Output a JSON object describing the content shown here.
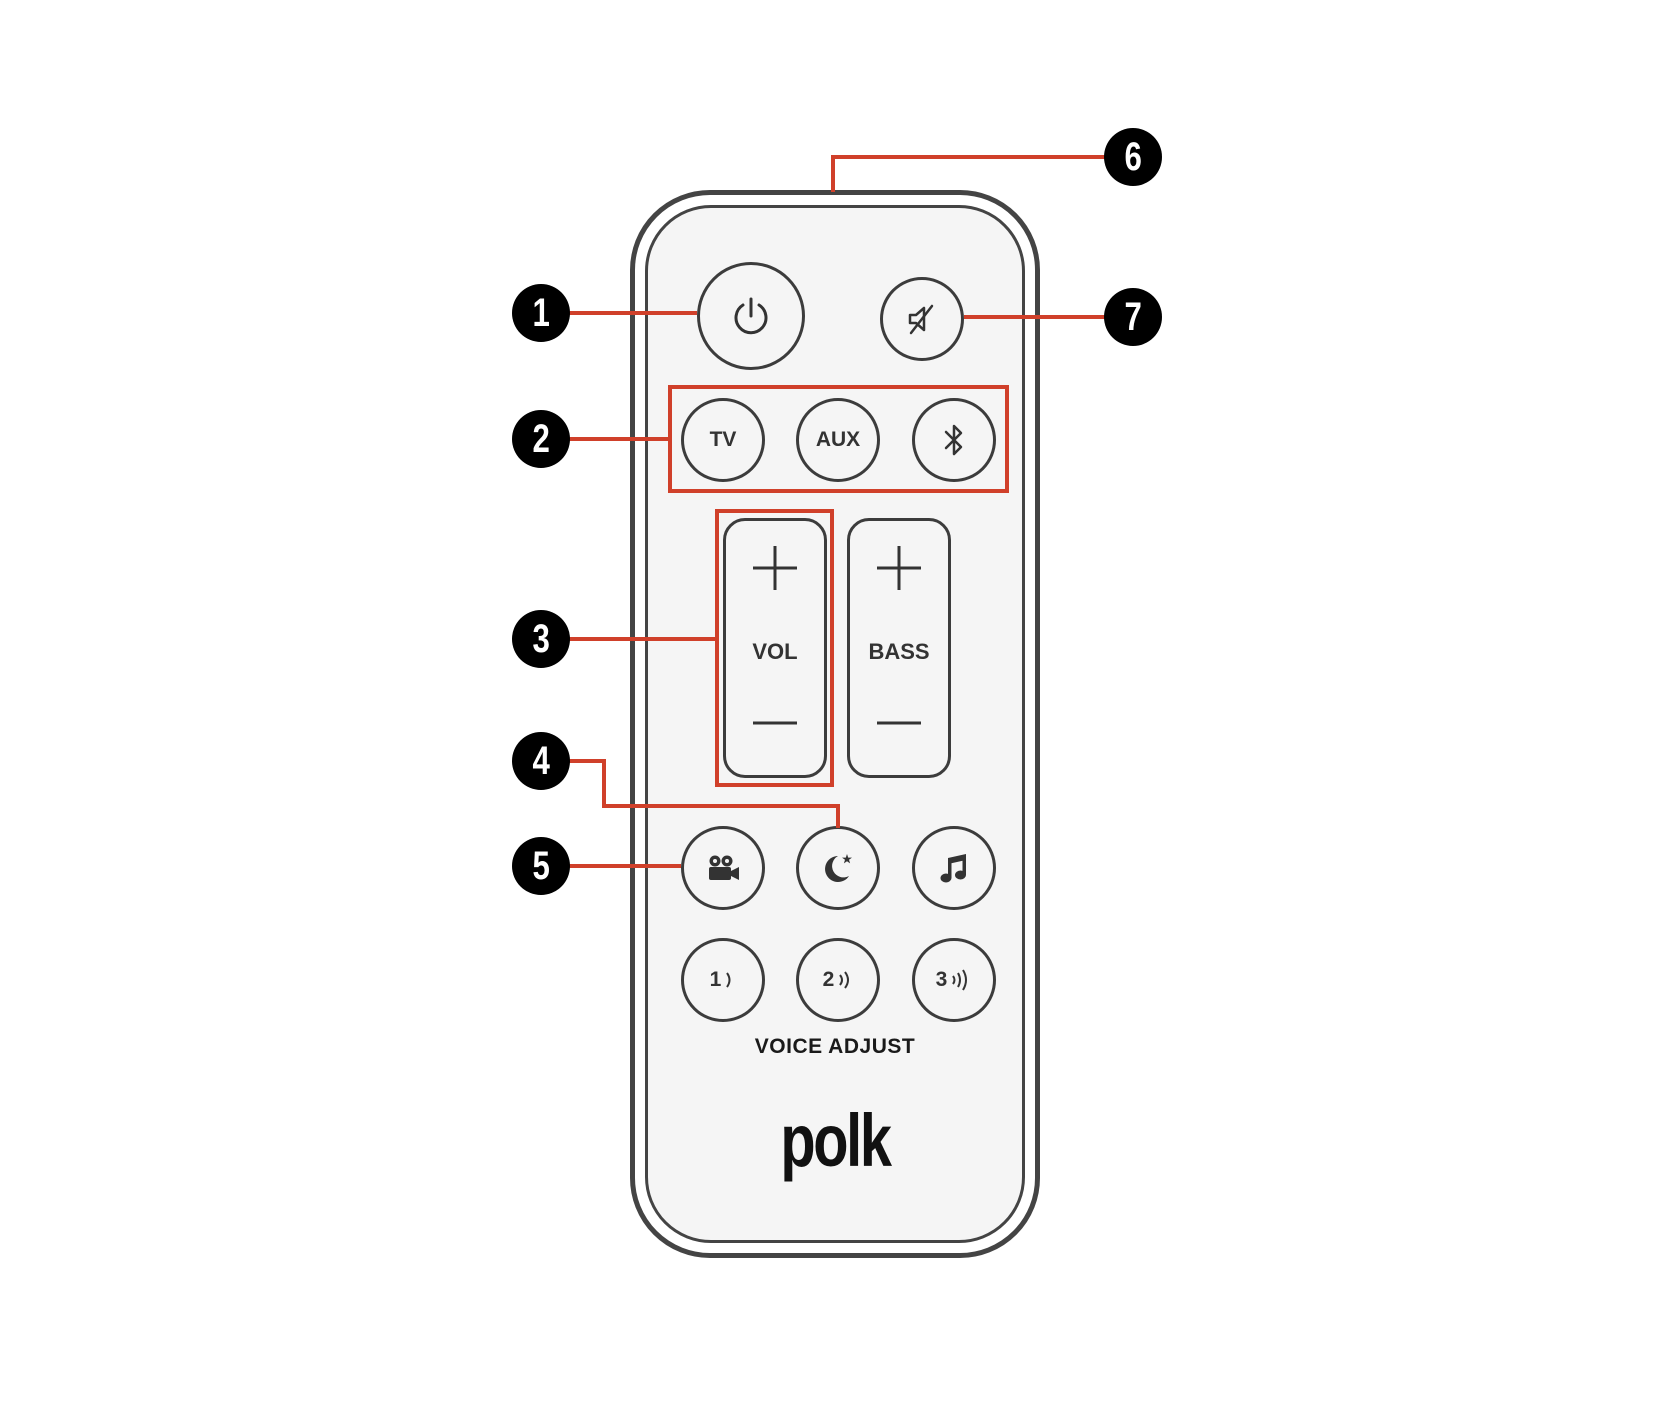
{
  "brand": "polk",
  "accent_color": "#d0402a",
  "buttons": {
    "power_icon": "power-icon",
    "mute_icon": "mute-icon",
    "tv_label": "TV",
    "aux_label": "AUX",
    "bluetooth_icon": "bluetooth-icon",
    "movie_icon": "movie-camera-icon",
    "night_icon": "moon-star-icon",
    "music_icon": "music-note-icon",
    "voice_1": "1",
    "voice_2": "2",
    "voice_3": "3"
  },
  "volume_label": "VOL",
  "bass_label": "BASS",
  "voice_adjust_label": "VOICE ADJUST",
  "callouts": [
    "1",
    "2",
    "3",
    "4",
    "5",
    "6",
    "7"
  ]
}
